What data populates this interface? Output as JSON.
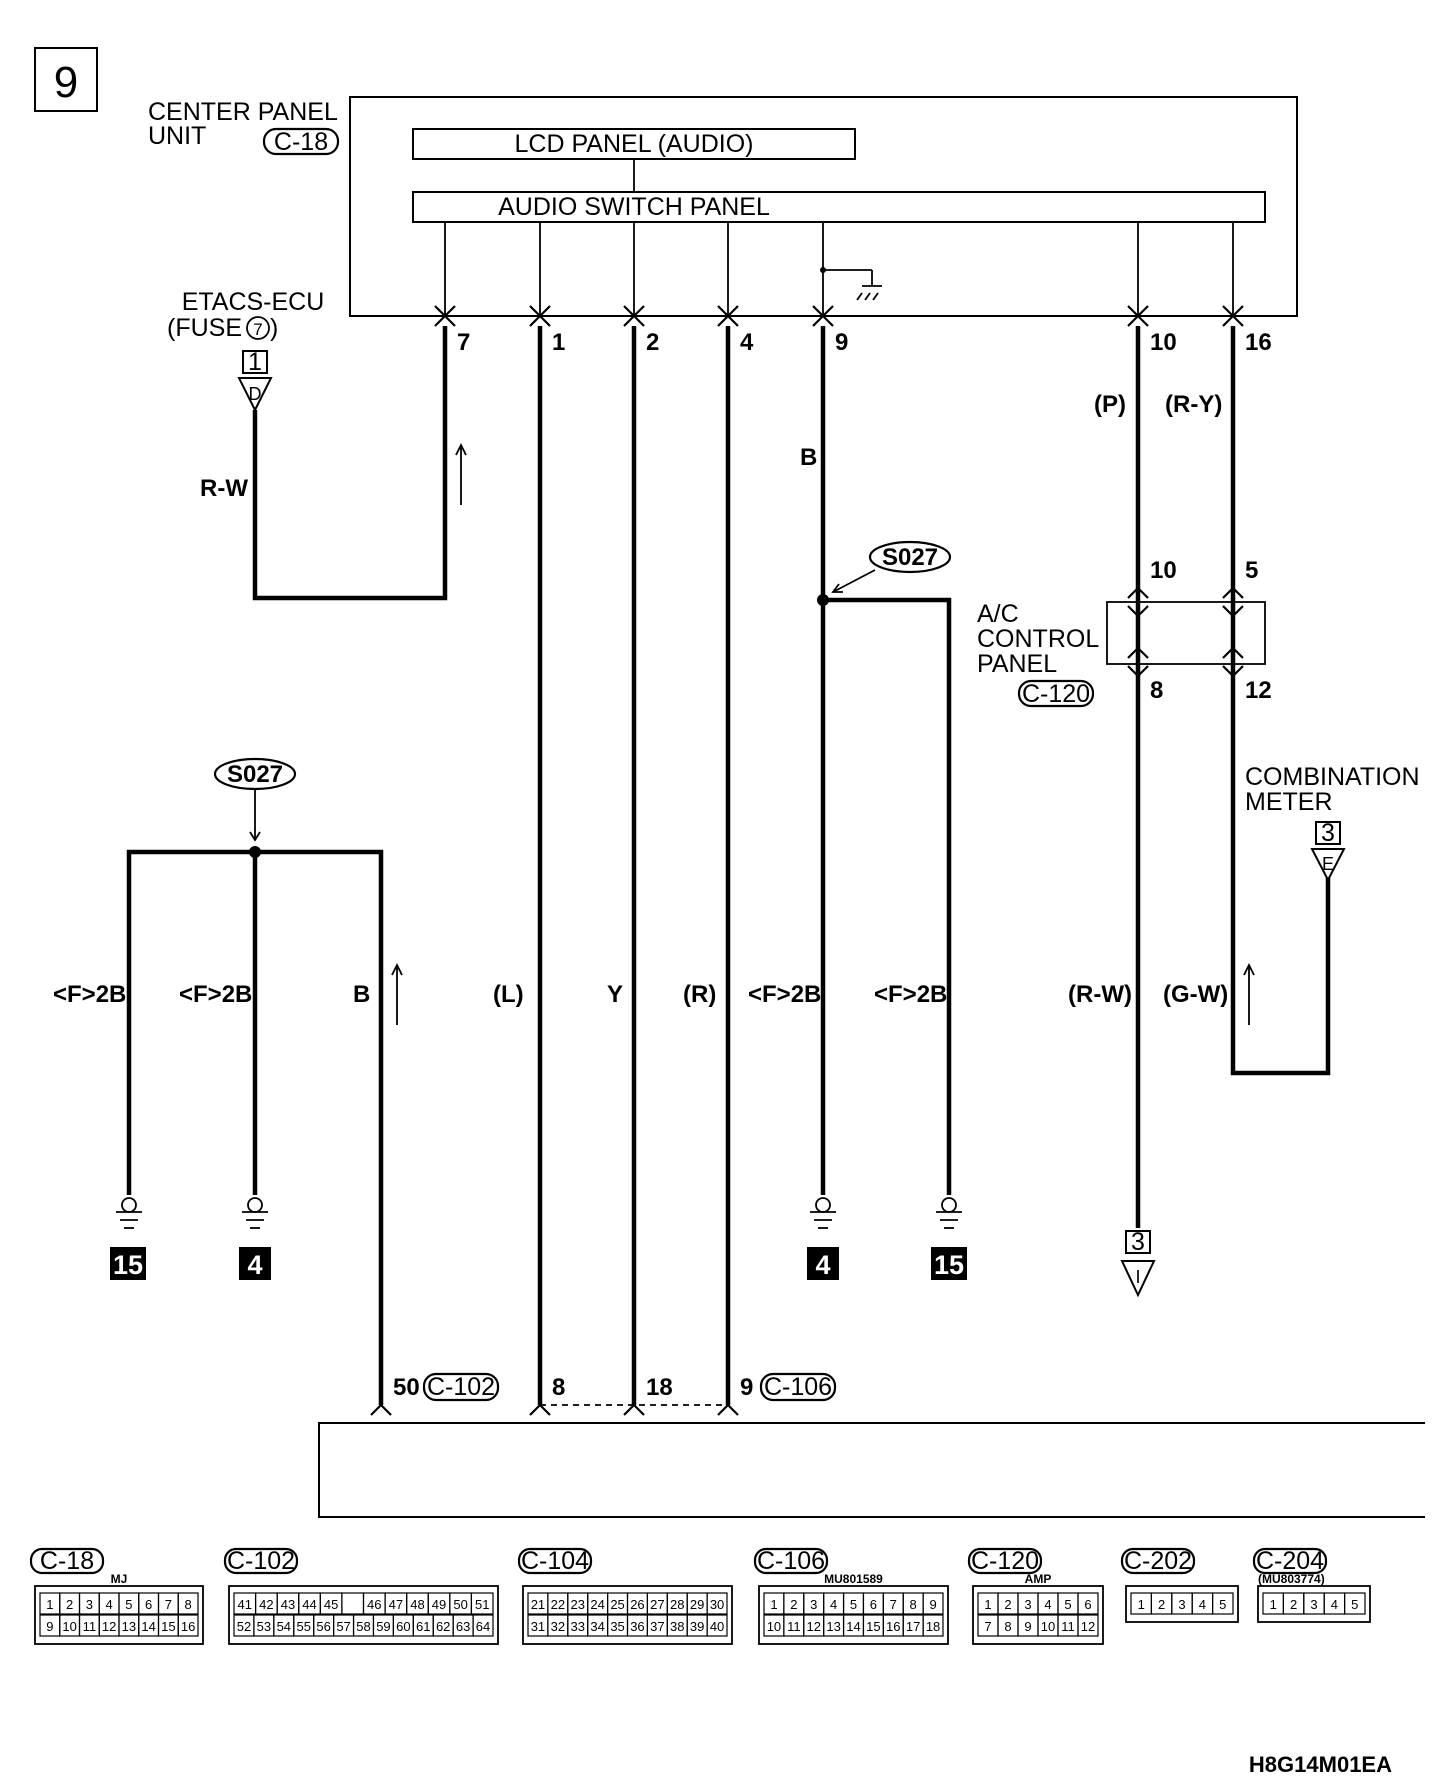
{
  "page_number": "9",
  "center_panel": {
    "title_line1": "CENTER PANEL",
    "title_line2": "UNIT",
    "connector": "C-18",
    "lcd_panel": "LCD PANEL (AUDIO)",
    "switch_panel": "AUDIO SWITCH PANEL",
    "pins": [
      "7",
      "1",
      "2",
      "4",
      "9",
      "10",
      "16"
    ]
  },
  "etacs": {
    "name_line1": "ETACS-ECU",
    "name_line2": "(FUSE",
    "fuse_number": "7",
    "name_close": ")",
    "ref_number": "1",
    "ref_letter": "D",
    "wire_color": "R-W"
  },
  "splices": {
    "upper": "S027",
    "lower": "S027"
  },
  "wire_labels": {
    "pin9": "B",
    "pin10": "(P)",
    "pin16": "(R-Y)",
    "left_1": "<F>2B",
    "left_2": "<F>2B",
    "left_3": "B",
    "pin1": "(L)",
    "pin2": "Y",
    "pin4": "(R)",
    "mid_1": "<F>2B",
    "mid_2": "<F>2B",
    "right_1": "(R-W)",
    "right_2": "(G-W)"
  },
  "ac_panel": {
    "name_line1": "A/C",
    "name_line2": "CONTROL",
    "name_line3": "PANEL",
    "connector": "C-120",
    "pin_top_left": "10",
    "pin_top_right": "5",
    "pin_bottom_left": "8",
    "pin_bottom_right": "12"
  },
  "combination_meter": {
    "name_line1": "COMBINATION",
    "name_line2": "METER",
    "ref_number": "3",
    "ref_letter": "E"
  },
  "continuation_ref": {
    "number": "3",
    "letter": "I"
  },
  "grounds": [
    "15",
    "4",
    "4",
    "15"
  ],
  "bottom_connectors": {
    "pin_50": "50",
    "conn_c102": "C-102",
    "pin_8": "8",
    "pin_18": "18",
    "pin_9": "9",
    "conn_c106": "C-106"
  },
  "connector_legend": [
    {
      "name": "C-18",
      "header": "MJ",
      "rows": [
        [
          "1",
          "2",
          "3",
          "4",
          "5",
          "6",
          "7",
          "8"
        ],
        [
          "9",
          "10",
          "11",
          "12",
          "13",
          "14",
          "15",
          "16"
        ]
      ]
    },
    {
      "name": "C-102",
      "header": "",
      "rows": [
        [
          "41",
          "42",
          "43",
          "44",
          "45",
          "",
          "46",
          "47",
          "48",
          "49",
          "50",
          "51"
        ],
        [
          "52",
          "53",
          "54",
          "55",
          "56",
          "57",
          "58",
          "59",
          "60",
          "61",
          "62",
          "63",
          "64"
        ]
      ]
    },
    {
      "name": "C-104",
      "header": "",
      "rows": [
        [
          "21",
          "22",
          "23",
          "24",
          "25",
          "26",
          "27",
          "28",
          "29",
          "30"
        ],
        [
          "31",
          "32",
          "33",
          "34",
          "35",
          "36",
          "37",
          "38",
          "39",
          "40"
        ]
      ]
    },
    {
      "name": "C-106",
      "header": "MU801589",
      "rows": [
        [
          "1",
          "2",
          "3",
          "4",
          "5",
          "6",
          "7",
          "8",
          "9"
        ],
        [
          "10",
          "11",
          "12",
          "13",
          "14",
          "15",
          "16",
          "17",
          "18"
        ]
      ]
    },
    {
      "name": "C-120",
      "header": "AMP",
      "rows": [
        [
          "1",
          "2",
          "3",
          "4",
          "5",
          "6"
        ],
        [
          "7",
          "8",
          "9",
          "10",
          "11",
          "12"
        ]
      ]
    },
    {
      "name": "C-202",
      "header": "",
      "rows": [
        [
          "1",
          "2",
          "3",
          "4",
          "5"
        ]
      ]
    },
    {
      "name": "C-204",
      "header": "(MU803774)",
      "rows": [
        [
          "1",
          "2",
          "3",
          "4",
          "5"
        ]
      ]
    }
  ],
  "figure_code": "H8G14M01EA"
}
